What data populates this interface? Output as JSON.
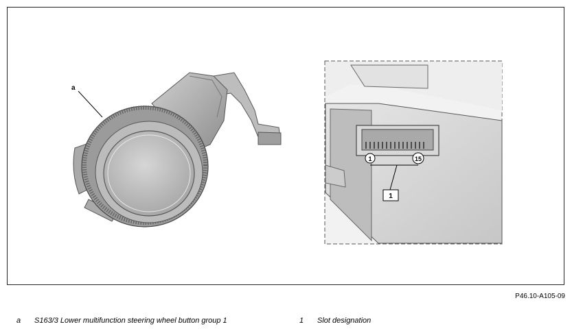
{
  "figure_code": "P46.10-A105-09",
  "callouts": {
    "component": "a",
    "slot": "1",
    "pin_first": "1",
    "pin_last": "15"
  },
  "legend": [
    {
      "key": "a",
      "text": "S163/3 Lower multifunction steering wheel button group 1"
    },
    {
      "key": "1",
      "text": "Slot designation"
    }
  ]
}
